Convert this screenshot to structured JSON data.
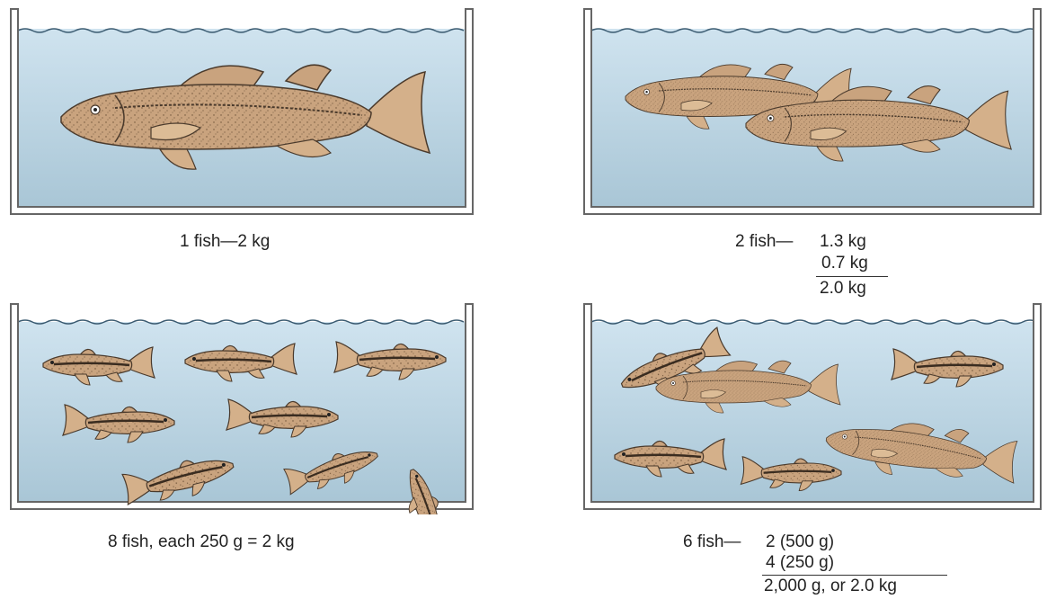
{
  "panels": [
    {
      "caption": "1 fish—2 kg"
    },
    {
      "caption": "2 fish—",
      "lines": [
        "1.3 kg",
        "0.7 kg"
      ],
      "total": "2.0 kg"
    },
    {
      "caption": "8 fish, each 250 g = 2 kg"
    },
    {
      "caption": "6 fish—",
      "lines": [
        "2 (500 g)",
        "4 (250 g)"
      ],
      "total": "2,000 g, or 2.0 kg"
    }
  ],
  "colors": {
    "water_top": "#cfe3ef",
    "water_bottom": "#a9c6d6",
    "tank_wall": "#777777",
    "fish_body": "#c9a37e",
    "fish_outline": "#4a3a2c"
  }
}
